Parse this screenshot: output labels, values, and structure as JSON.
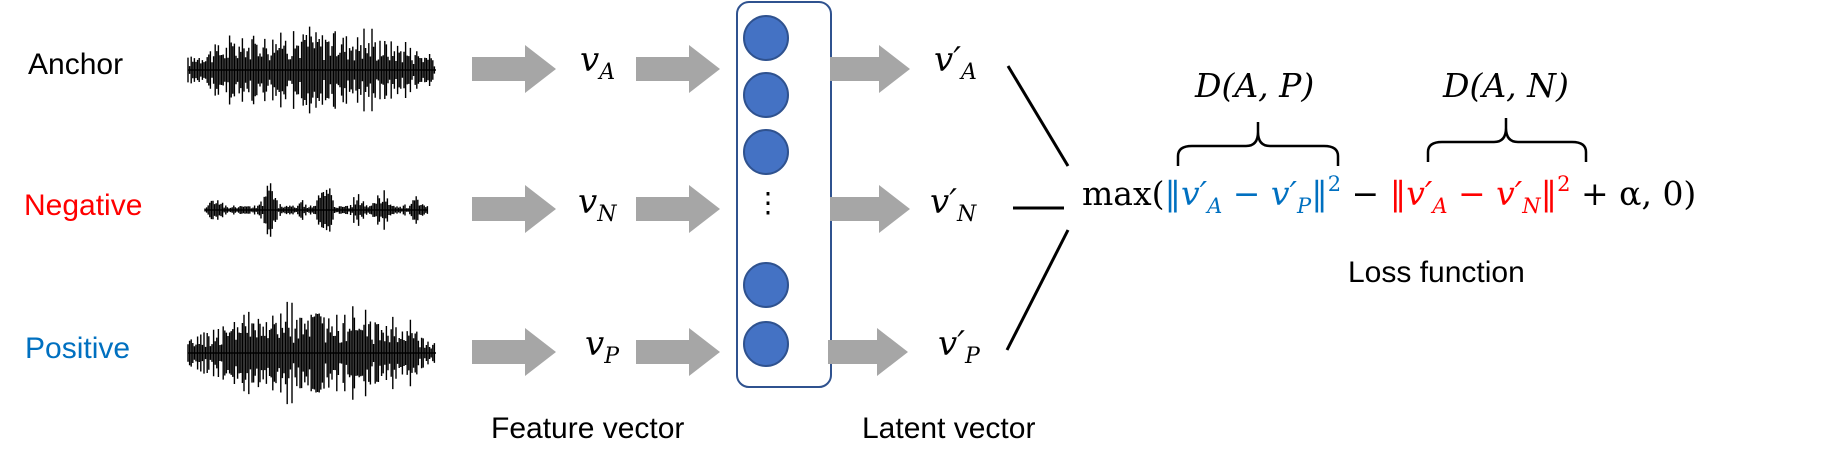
{
  "labels": {
    "anchor": "Anchor",
    "negative": "Negative",
    "positive": "Positive"
  },
  "captions": {
    "feature_vector": "Feature vector",
    "latent_vector": "Latent vector",
    "loss_function": "Loss function"
  },
  "feature_vectors": {
    "symbol": "v",
    "anchor_sub": "A",
    "negative_sub": "N",
    "positive_sub": "P"
  },
  "latent_vectors": {
    "symbol": "v′",
    "anchor_sub": "A",
    "negative_sub": "N",
    "positive_sub": "P"
  },
  "network": {
    "ellipsis": "⋮"
  },
  "distances": {
    "ap": "D(A, P)",
    "an": "D(A, N)"
  },
  "formula": {
    "max_open": "max(",
    "norm_bar": "‖",
    "minus": " − ",
    "squared": "2",
    "plus_alpha": " + α, 0)",
    "between_terms": " − "
  },
  "colors": {
    "anchor": "#000000",
    "negative": "#ff0000",
    "positive": "#0070c0",
    "node_fill": "#4472c4",
    "node_stroke": "#2f528f",
    "arrow": "#a6a6a6",
    "waveform": "#000000"
  }
}
